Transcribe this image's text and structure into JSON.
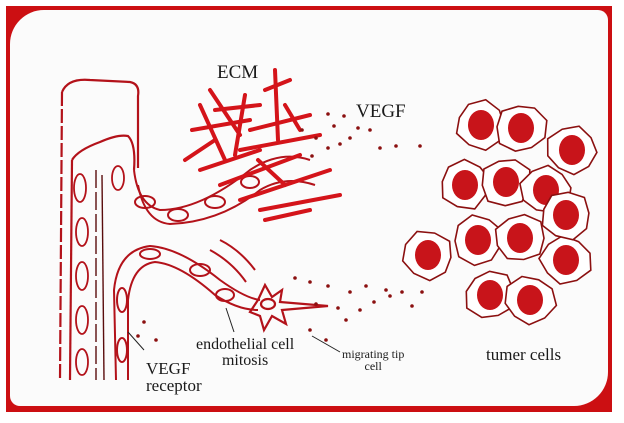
{
  "diagram": {
    "title": "Tumor angiogenesis",
    "colors": {
      "frame": "#cc0f12",
      "ink": "#c8141a",
      "outline": "#8b1010",
      "background": "#fbfbfb",
      "text": "#1a1a1a"
    },
    "labels": {
      "ecm": "ECM",
      "vegf": "VEGF",
      "endothelial_line1": "endothelial cell",
      "endothelial_line2": "mitosis",
      "vegf_receptor_line1": "VEGF",
      "vegf_receptor_line2": "receptor",
      "migrating_line1": "migrating tip",
      "migrating_line2": "cell",
      "tumer_cells": "tumer cells"
    },
    "components": [
      "parent-blood-vessel",
      "vessel-sprout",
      "extracellular-matrix",
      "vegf-particles",
      "migrating-tip-cell",
      "tumor-cell-cluster"
    ]
  }
}
